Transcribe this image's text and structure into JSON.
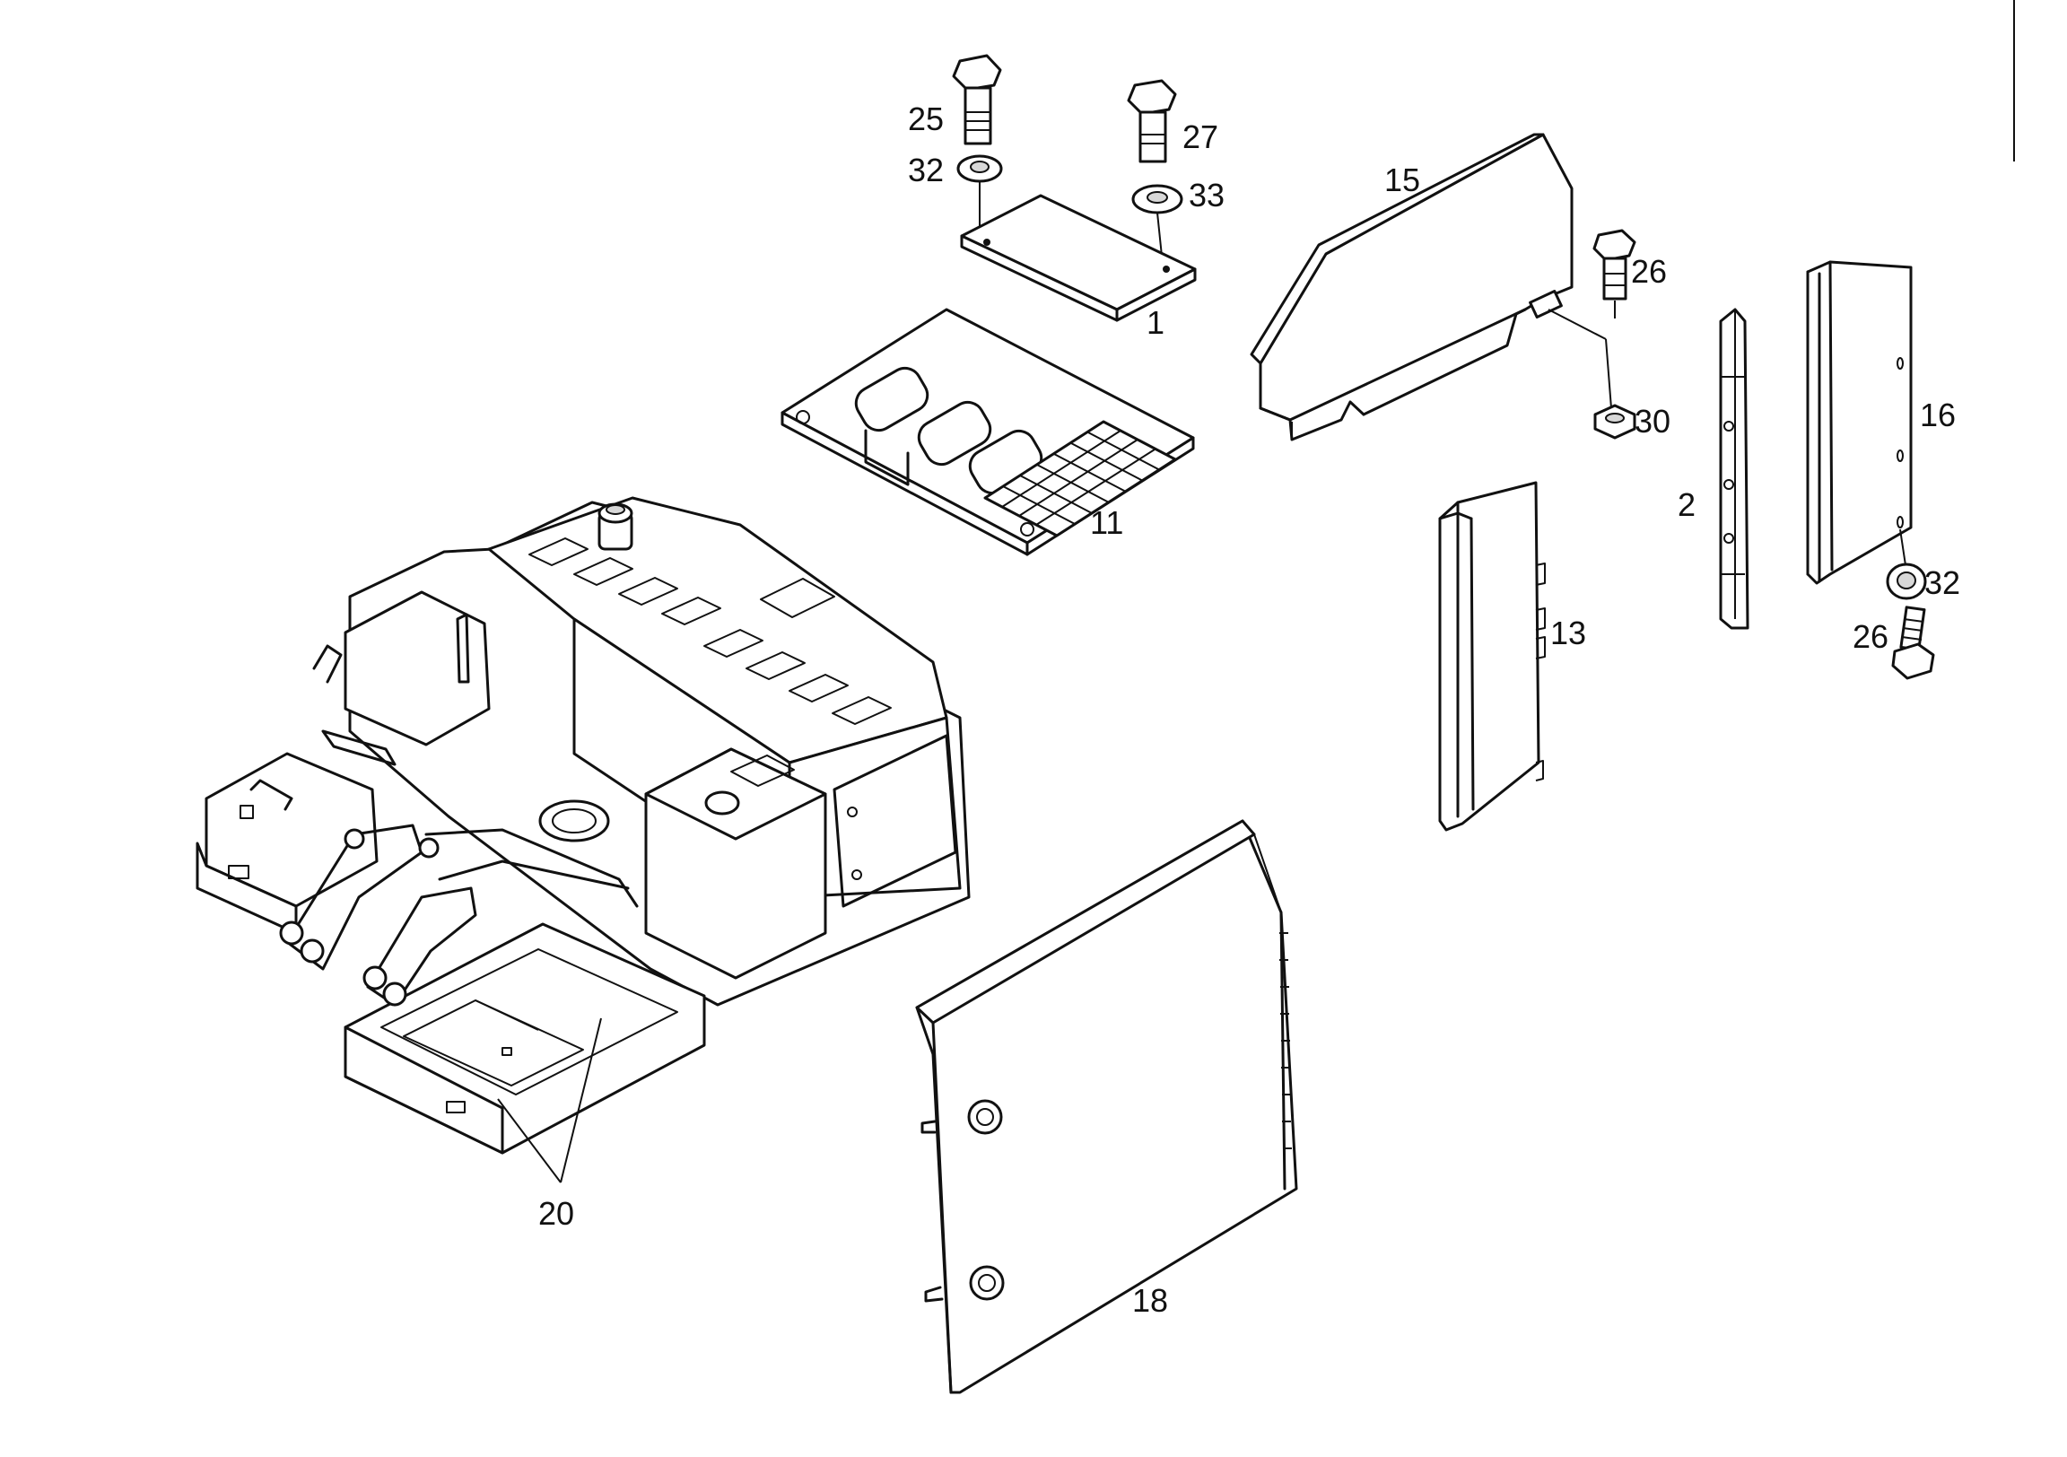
{
  "callouts": {
    "c1": "1",
    "c2": "2",
    "c11": "11",
    "c13": "13",
    "c15": "15",
    "c16": "16",
    "c18": "18",
    "c20": "20",
    "c25": "25",
    "c26a": "26",
    "c26b": "26",
    "c27": "27",
    "c30": "30",
    "c32a": "32",
    "c32b": "32",
    "c33": "33"
  },
  "colors": {
    "line": "#111111",
    "background": "#ffffff"
  }
}
